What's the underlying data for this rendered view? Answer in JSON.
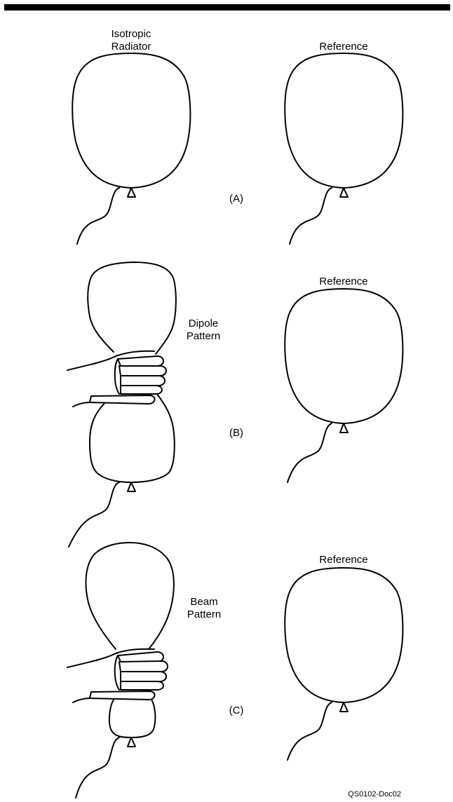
{
  "labels": {
    "isotropic_line1": "Isotropic",
    "isotropic_line2": "Radiator",
    "reference_a": "Reference",
    "reference_b": "Reference",
    "reference_c": "Reference",
    "dipole_line1": "Dipole",
    "dipole_line2": "Pattern",
    "beam_line1": "Beam",
    "beam_line2": "Pattern",
    "panel_a": "(A)",
    "panel_b": "(B)",
    "panel_c": "(C)",
    "doc_id": "QS0102-Doc02"
  }
}
